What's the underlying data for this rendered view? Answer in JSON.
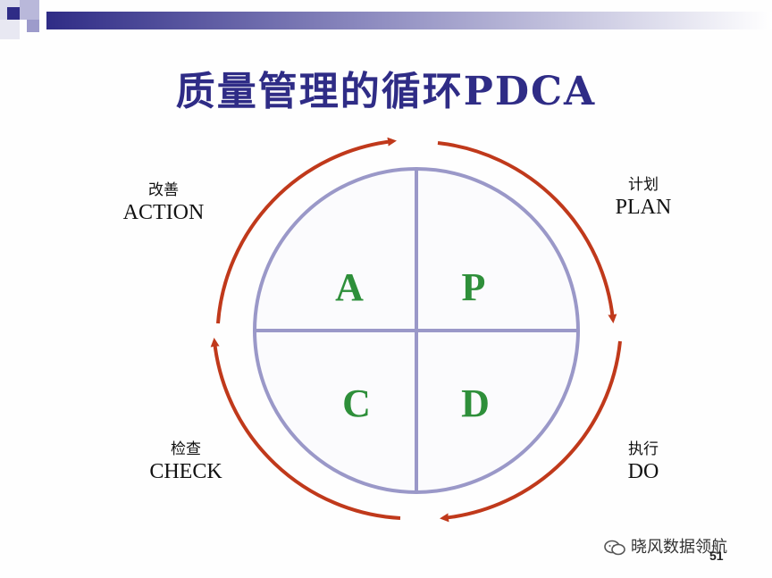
{
  "slide": {
    "title": "质量管理的循环PDCA",
    "page_number": "51"
  },
  "stages": {
    "plan": {
      "cn": "计划",
      "en": "PLAN"
    },
    "do": {
      "cn": "执行",
      "en": "DO"
    },
    "check": {
      "cn": "检查",
      "en": "CHECK"
    },
    "action": {
      "cn": "改善",
      "en": "ACTION"
    }
  },
  "quadrants": {
    "top_left": "A",
    "top_right": "P",
    "bottom_left": "C",
    "bottom_right": "D"
  },
  "watermark": {
    "text": "晓风数据领航",
    "icon": "wechat-icon"
  },
  "colors": {
    "title": "#2f2c86",
    "arrow": "#c0391b",
    "circle": "#9a98c8",
    "letters": "#2e8f3a"
  }
}
